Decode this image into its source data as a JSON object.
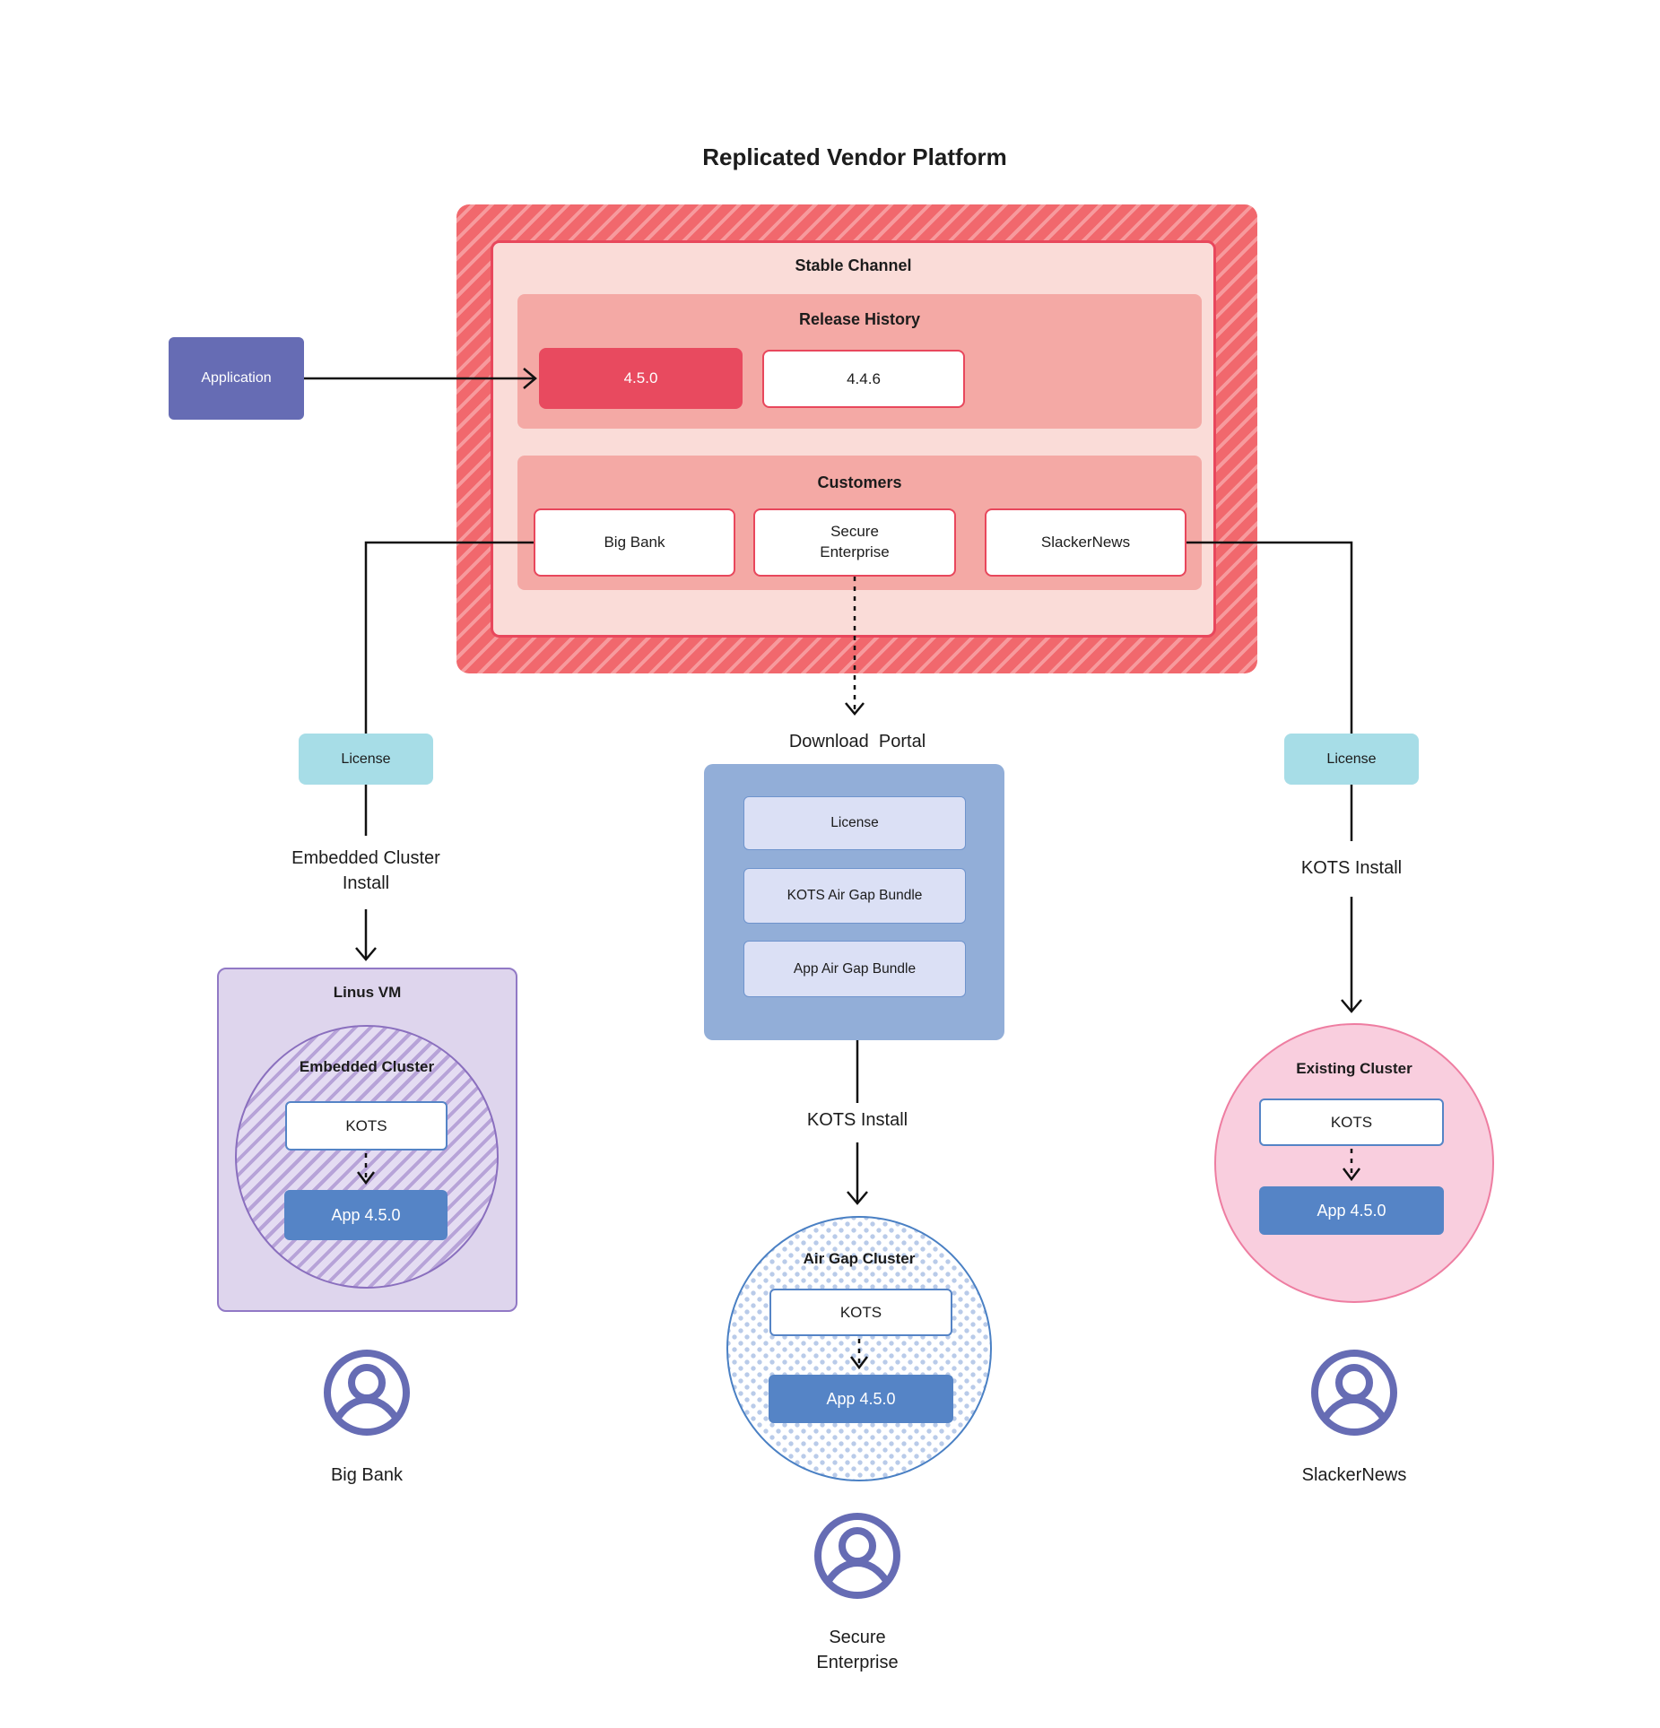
{
  "title": "Replicated Vendor Platform",
  "colors": {
    "platform_red_border": "#e8475c",
    "platform_hatch": "#f1686d",
    "release_highlight": "#e84a5f",
    "application_purple": "#666cb4",
    "license_teal": "#a7dde7",
    "portal_blue": "#92aed8",
    "app_blue": "#5584c6",
    "vm_purple": "#9179c5",
    "existing_cluster_pink": "#ee7da1",
    "persona_icon_purple": "#666cb4"
  },
  "platform": {
    "stable_channel_label": "Stable Channel",
    "release_history": {
      "label": "Release History",
      "releases": [
        {
          "version": "4.5.0",
          "highlighted": true
        },
        {
          "version": "4.4.6",
          "highlighted": false
        }
      ]
    },
    "customers": {
      "label": "Customers",
      "items": [
        {
          "name": "Big Bank"
        },
        {
          "name": "Secure Enterprise"
        },
        {
          "name": "SlackerNews"
        }
      ]
    }
  },
  "application_label": "Application",
  "big_bank_path": {
    "license_label": "License",
    "install_label": "Embedded Cluster Install",
    "vm_label": "Linus VM",
    "cluster_label": "Embedded Cluster",
    "kots_label": "KOTS",
    "app_label": "App 4.5.0",
    "persona_label": "Big Bank"
  },
  "secure_enterprise_path": {
    "portal_label": "Download  Portal",
    "portal_items": [
      {
        "label": "License"
      },
      {
        "label": "KOTS Air Gap Bundle"
      },
      {
        "label": "App Air Gap Bundle"
      }
    ],
    "install_label": "KOTS Install",
    "cluster_label": "Air Gap Cluster",
    "kots_label": "KOTS",
    "app_label": "App 4.5.0",
    "persona_label": "Secure Enterprise"
  },
  "slackernews_path": {
    "license_label": "License",
    "install_label": "KOTS Install",
    "cluster_label": "Existing Cluster",
    "kots_label": "KOTS",
    "app_label": "App 4.5.0",
    "persona_label": "SlackerNews"
  }
}
